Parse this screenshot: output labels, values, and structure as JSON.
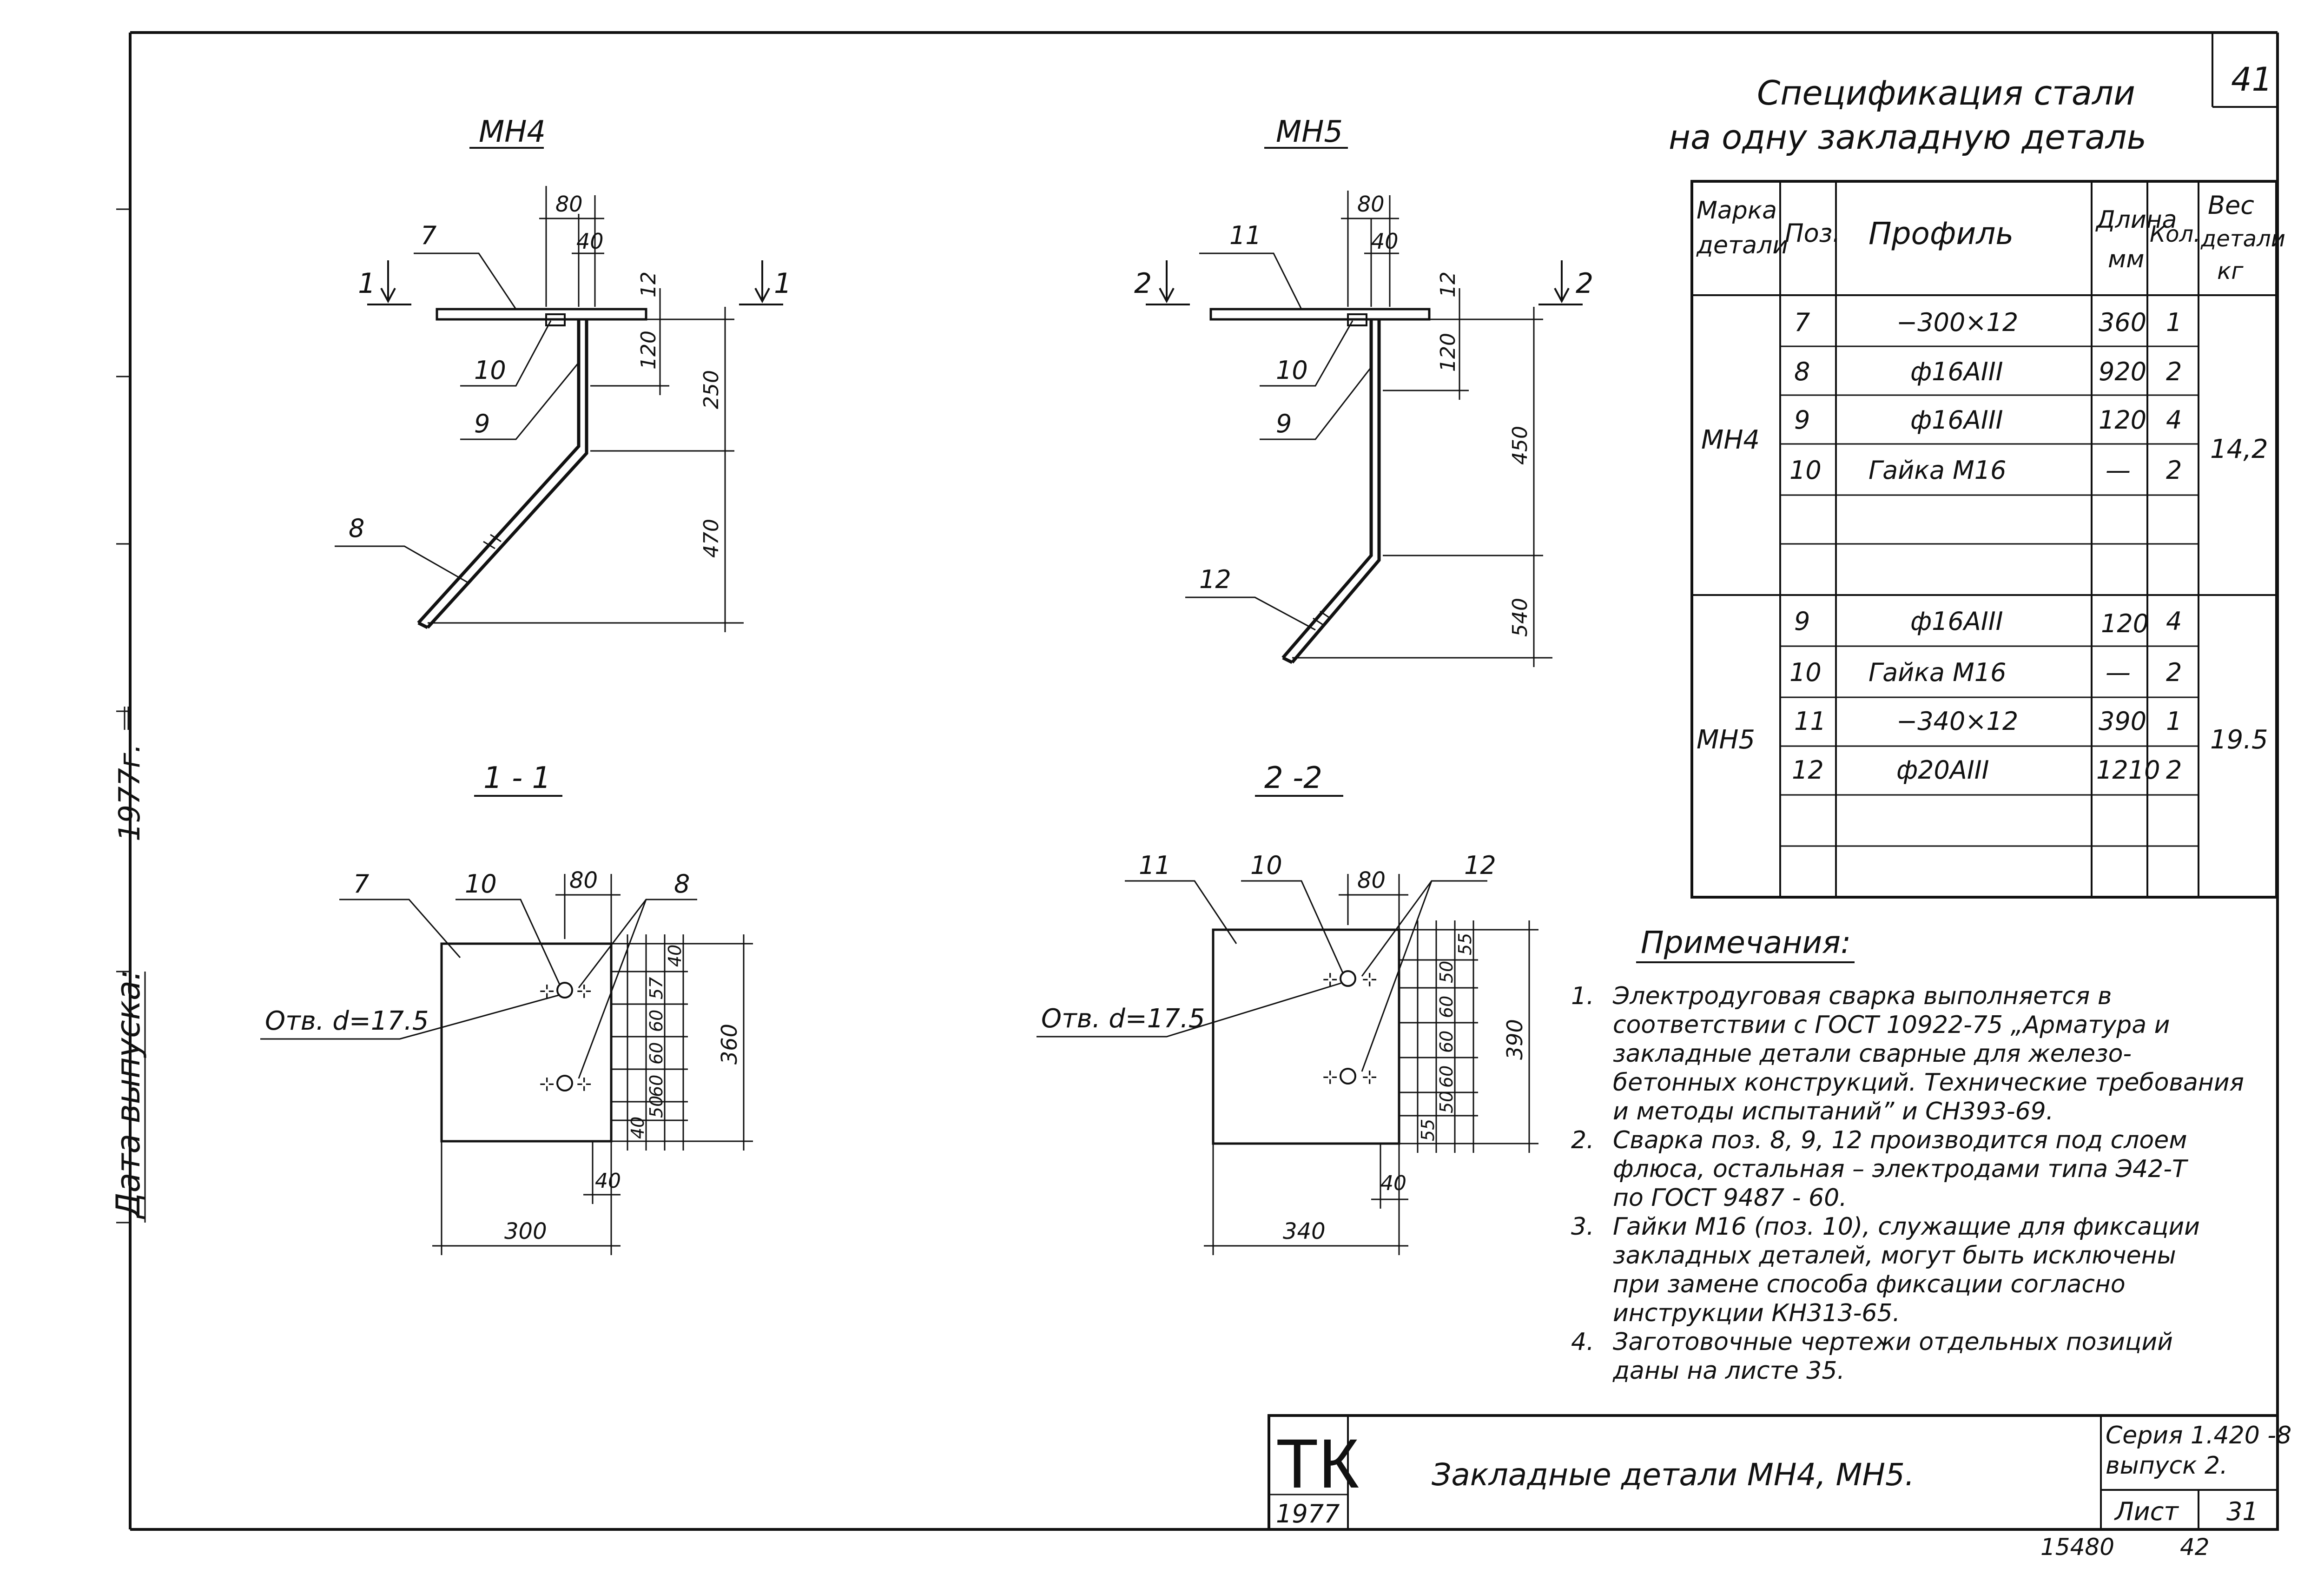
{
  "sheet_number_top": "41",
  "spec": {
    "title_line1": "Спецификация стали",
    "title_line2": "на одну закладную деталь",
    "headers": {
      "mark": [
        "Марка",
        "детали"
      ],
      "pos": "Поз.",
      "profile": "Профиль",
      "length": [
        "Длина",
        "мм"
      ],
      "qty": "Кол.",
      "weight": [
        "Вес",
        "детали",
        "кг"
      ]
    },
    "groups": [
      {
        "mark": "МН4",
        "weight": "14,2",
        "rows": [
          {
            "pos": "7",
            "profile": "−300×12",
            "length": "360",
            "qty": "1"
          },
          {
            "pos": "8",
            "profile": "ф16АIII",
            "length": "920",
            "qty": "2"
          },
          {
            "pos": "9",
            "profile": "ф16АIII",
            "length": "120",
            "qty": "4"
          },
          {
            "pos": "10",
            "profile": "Гайка М16",
            "length": "—",
            "qty": "2"
          }
        ]
      },
      {
        "mark": "МН5",
        "weight": "19.5",
        "rows": [
          {
            "pos": "9",
            "profile": "ф16АIII",
            "length": "120",
            "qty": "4"
          },
          {
            "pos": "10",
            "profile": "Гайка М16",
            "length": "—",
            "qty": "2"
          },
          {
            "pos": "11",
            "profile": "−340×12",
            "length": "390",
            "qty": "1"
          },
          {
            "pos": "12",
            "profile": "ф20АIII",
            "length": "1210",
            "qty": "2"
          }
        ]
      }
    ]
  },
  "views": {
    "mn4": {
      "title": "МН4",
      "section_mark": "1",
      "dims": [
        "80",
        "40",
        "12",
        "120",
        "250",
        "470"
      ],
      "callouts": [
        "7",
        "10",
        "9",
        "8"
      ]
    },
    "mn5": {
      "title": "МН5",
      "section_mark": "2",
      "dims": [
        "80",
        "40",
        "12",
        "120",
        "450",
        "540"
      ],
      "callouts": [
        "11",
        "10",
        "9",
        "12"
      ]
    },
    "s11": {
      "title": "1 - 1",
      "callouts": [
        "7",
        "10",
        "8"
      ],
      "top_dim": "80",
      "hole": "Отв. d=17.5",
      "right_dims": [
        "40",
        "57",
        "60",
        "60",
        "60",
        "50",
        "40"
      ],
      "height": "360",
      "bottom_small": "40",
      "width": "300"
    },
    "s22": {
      "title": "2 -2",
      "callouts": [
        "11",
        "10",
        "12"
      ],
      "top_dim": "80",
      "hole": "Отв. d=17.5",
      "right_dims": [
        "55",
        "50",
        "60",
        "60",
        "60",
        "50",
        "55"
      ],
      "height": "390",
      "bottom_small": "40",
      "width": "340"
    }
  },
  "notes": {
    "title": "Примечания:",
    "lines": [
      {
        "num": "1.",
        "text": "Электродуговая сварка выполняется в"
      },
      {
        "num": "",
        "text": "соответствии с ГОСТ 10922-75 „Арматура и"
      },
      {
        "num": "",
        "text": "закладные детали сварные для железо-"
      },
      {
        "num": "",
        "text": "бетонных конструкций. Технические требования"
      },
      {
        "num": "",
        "text": "и методы испытаний” и СН393-69."
      },
      {
        "num": "2.",
        "text": "Сварка поз. 8, 9, 12 производится под слоем"
      },
      {
        "num": "",
        "text": "флюса, остальная – электродами типа Э42-Т"
      },
      {
        "num": "",
        "text": "по ГОСТ 9487 - 60."
      },
      {
        "num": "3.",
        "text": "Гайки М16 (поз. 10), служащие для фиксации"
      },
      {
        "num": "",
        "text": "закладных деталей, могут быть исключены"
      },
      {
        "num": "",
        "text": "при замене способа фиксации согласно"
      },
      {
        "num": "",
        "text": "инструкции КН313-65."
      },
      {
        "num": "4.",
        "text": "Заготовочные чертежи отдельных позиций"
      },
      {
        "num": "",
        "text": "даны на листе 35."
      }
    ]
  },
  "title_block": {
    "logo": "ТК",
    "year": "1977",
    "name": "Закладные детали МН4, МН5.",
    "series": "Серия 1.420 -8",
    "issue": "выпуск 2.",
    "sheet_label": "Лист",
    "sheet_value": "31"
  },
  "bottom": {
    "left": "15480",
    "right": "42"
  },
  "left_margin": {
    "date": "Дата выпуска:",
    "year": "1977г."
  }
}
